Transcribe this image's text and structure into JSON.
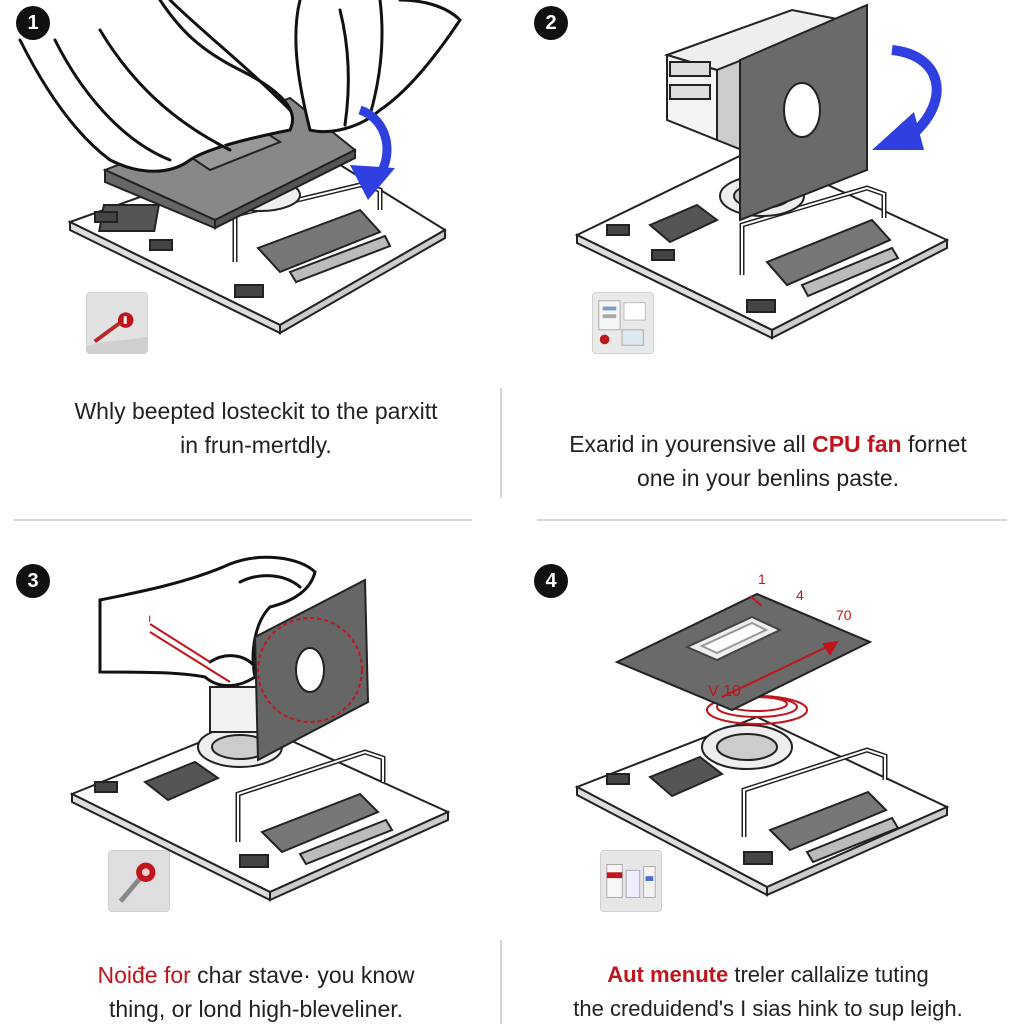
{
  "steps": [
    {
      "number": "1",
      "caption_line1": "Whly beepted losteckit to the parxitt",
      "caption_line2": "in frun-mertdly."
    },
    {
      "number": "2",
      "caption_line1_pre": "Exarid in yourensive all ",
      "caption_line1_highlight": "CPU fan",
      "caption_line1_post": " fornet",
      "caption_line2": "one in your benlins paste."
    },
    {
      "number": "3",
      "caption_line1_highlight": "Noiđe for",
      "caption_line1_post": " char stave· you know",
      "caption_line2": "thing, or lond high-bleveliner."
    },
    {
      "number": "4",
      "caption_line1_highlight": "Aut menute",
      "caption_line1_post": " treler callalize tuting",
      "caption_line2": "the creduidend's I sias hink to sup leigh.",
      "annotations": [
        "1",
        "4",
        "70",
        "V 10"
      ]
    }
  ],
  "colors": {
    "accent_red": "#c0151c",
    "arrow_blue": "#2f3fe0",
    "badge": "#111111"
  },
  "icons": [
    "tool-thumbnail-icon",
    "parts-thumbnail-icon",
    "screwdriver-thumbnail-icon",
    "paste-bottles-thumbnail-icon"
  ]
}
